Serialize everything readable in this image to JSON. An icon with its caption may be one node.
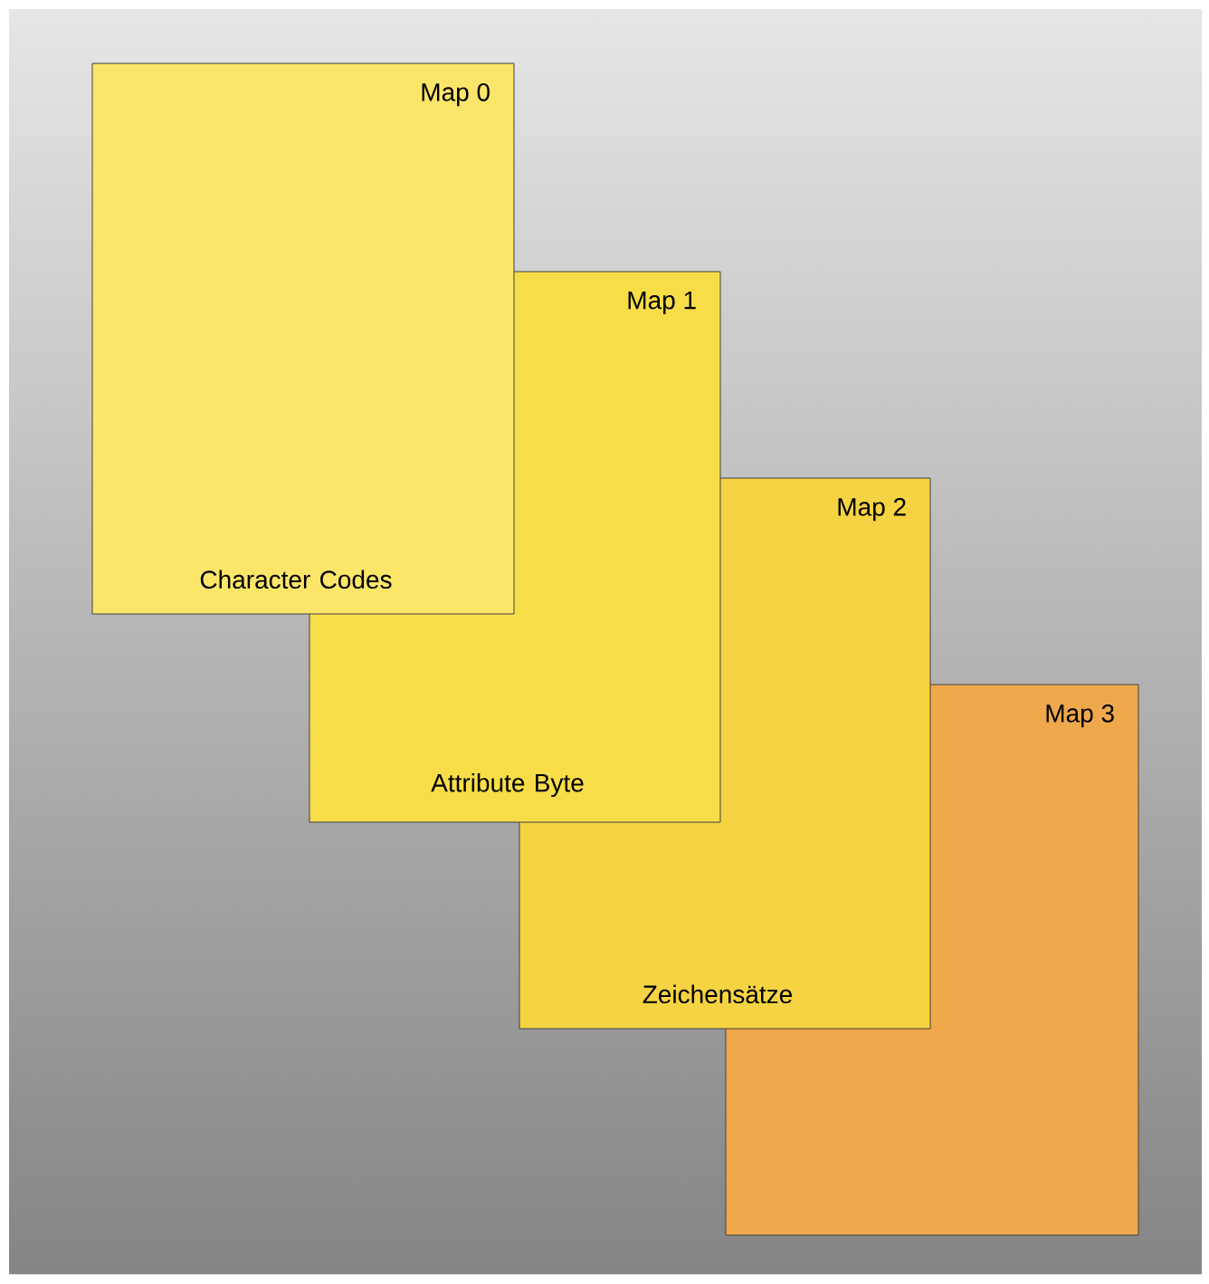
{
  "diagram": {
    "nodes": [
      {
        "text": [
          "Map 0",
          "Character Codes"
        ]
      },
      {
        "text": [
          "Map 1",
          "Attribute Byte"
        ]
      },
      {
        "text": [
          "Map 2",
          "Zeichensätze"
        ]
      },
      {
        "text": [
          "Map 3"
        ]
      }
    ]
  }
}
